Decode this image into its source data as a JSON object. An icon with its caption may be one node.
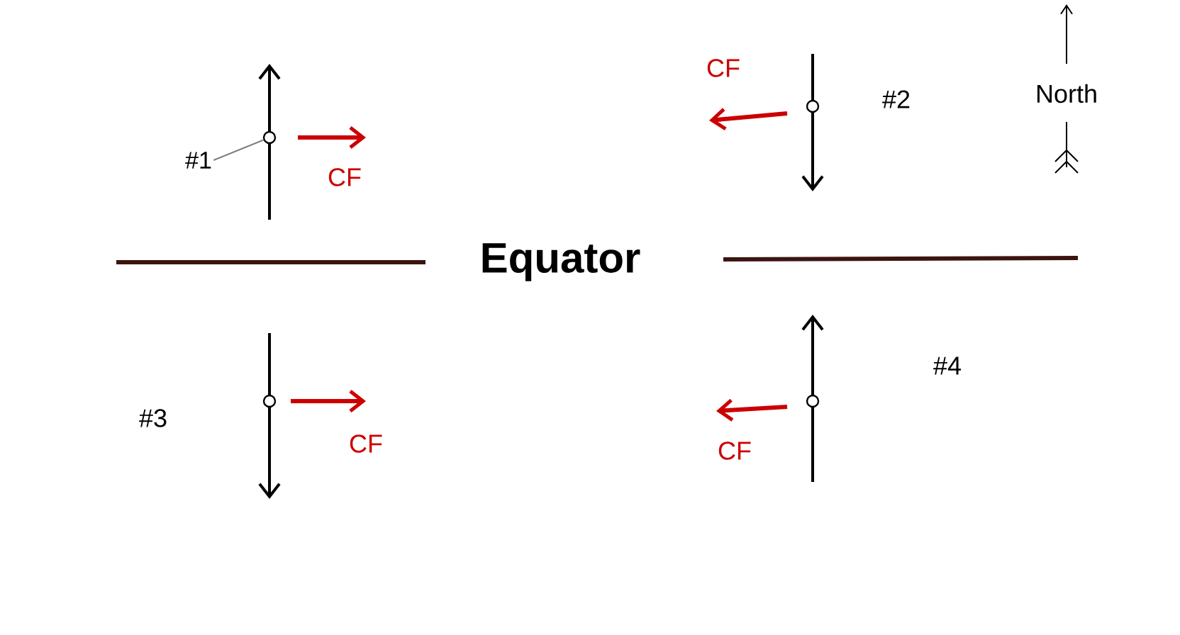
{
  "diagram": {
    "nodes": [
      {
        "text": [
          "#1"
        ]
      },
      {
        "text": [],
        "shape": "circle"
      },
      {
        "text": [],
        "shape": "circle"
      },
      {
        "text": [],
        "shape": "circle"
      },
      {
        "text": [],
        "shape": "circle"
      }
    ],
    "edges": [
      {
        "from": 0,
        "to": 1,
        "arrow": "none"
      }
    ],
    "labels": [
      "CF",
      "#2",
      "North",
      "CF",
      "Equator",
      "#3",
      "CF",
      "#4",
      "CF"
    ]
  }
}
